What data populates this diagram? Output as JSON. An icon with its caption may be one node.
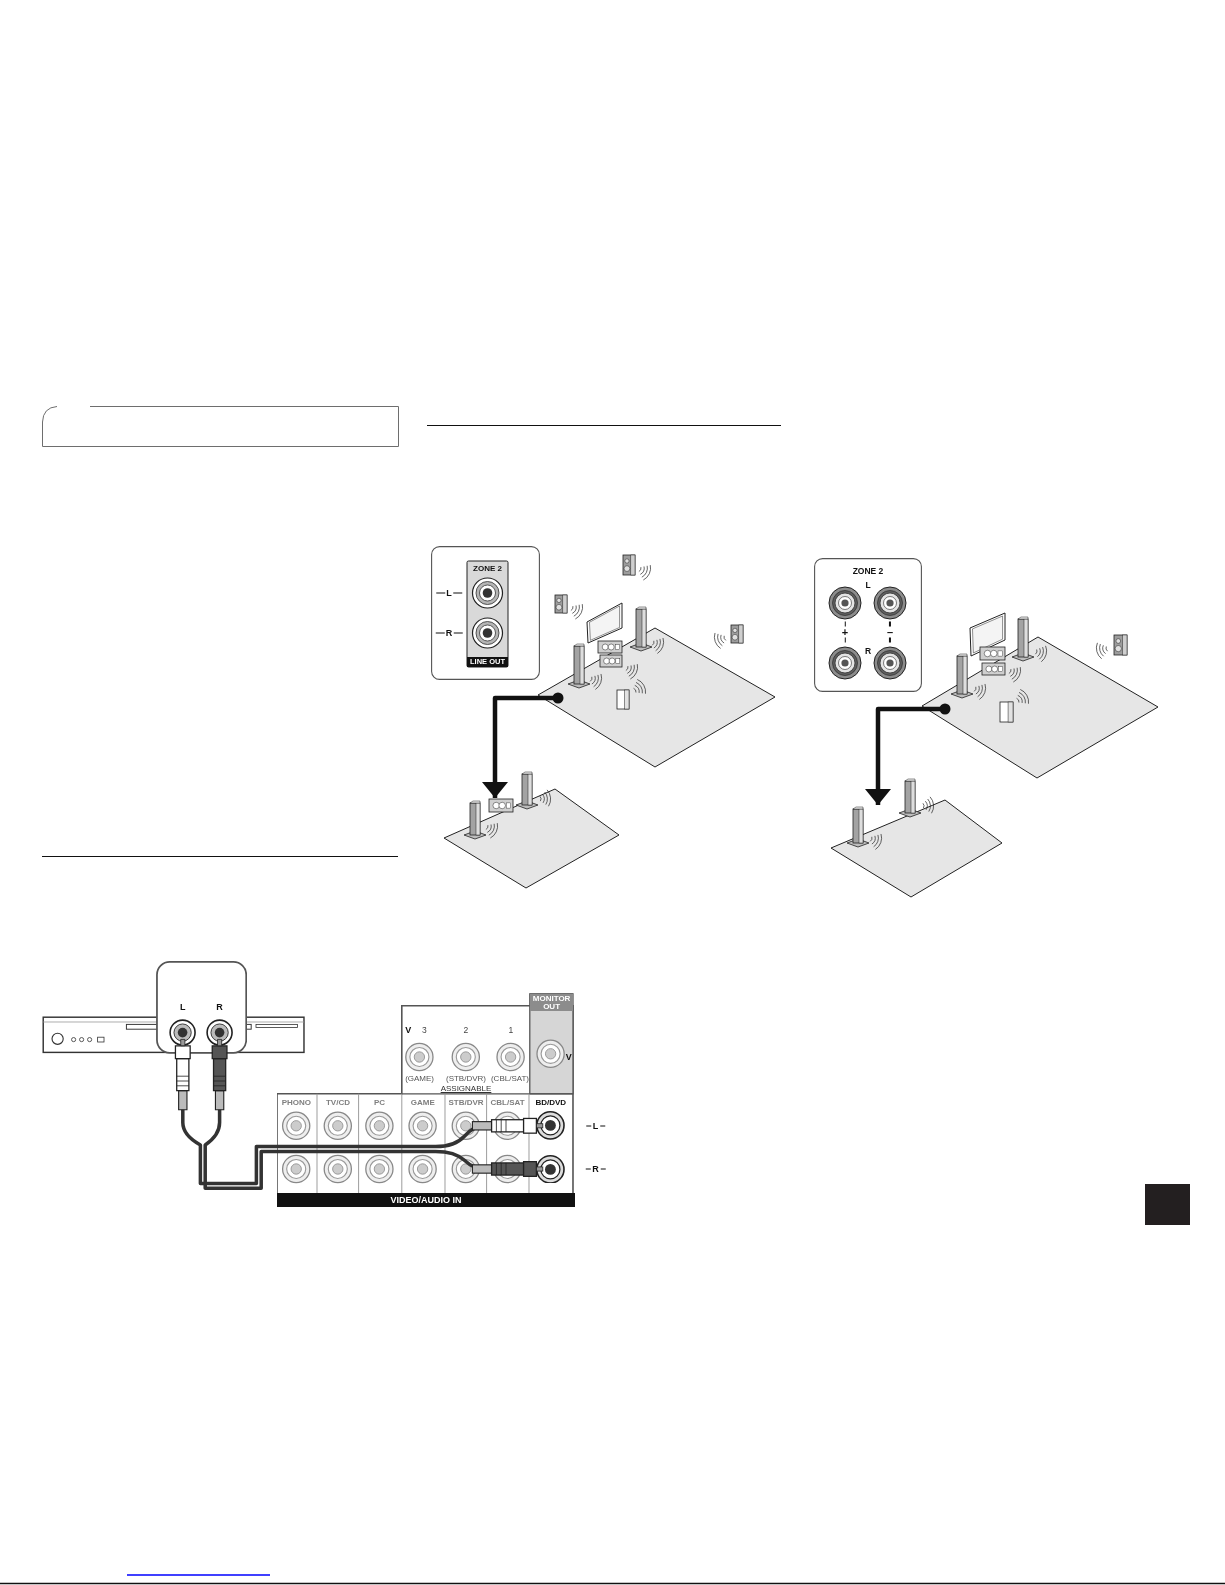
{
  "diagram": {
    "nodes": [
      {
        "text": [],
        "shape": "box"
      },
      {
        "text": [
          "L"
        ],
        "in": 0
      },
      {
        "text": [
          "R"
        ],
        "in": 0
      },
      {
        "text": [
          "MONITOR OUT",
          "V",
          "3",
          "2",
          "1",
          "V",
          "(GAME)",
          "(STB/DVR)",
          "(CBL/SAT)",
          "ASSIGNABLE",
          "PHONO",
          "TV/CD",
          "PC",
          "GAME",
          "STB/DVR",
          "CBL/SAT",
          "BD/DVD",
          "VIDEO/AUDIO IN"
        ]
      },
      {
        "text": [],
        "shape": "circle",
        "in": 3
      },
      {
        "text": [],
        "shape": "circle",
        "in": 3
      },
      {
        "text": [
          "ZONE 2",
          "L",
          "R",
          "LINE OUT"
        ]
      },
      {
        "text": [],
        "shape": "picture"
      },
      {
        "text": [],
        "shape": "picture"
      },
      {
        "text": [
          "ZONE 2",
          "L",
          "+",
          "–",
          "R"
        ]
      },
      {
        "text": [],
        "shape": "picture"
      },
      {
        "text": [],
        "shape": "picture"
      }
    ],
    "edges": [
      {
        "from": 1,
        "to": 4,
        "arrow": "other"
      },
      {
        "from": 2,
        "to": 5,
        "arrow": "other"
      },
      {
        "from": 7,
        "to": 8,
        "arrow": "to"
      },
      {
        "from": 10,
        "to": 11,
        "arrow": "to"
      }
    ],
    "labels": [
      "L",
      "R"
    ]
  }
}
